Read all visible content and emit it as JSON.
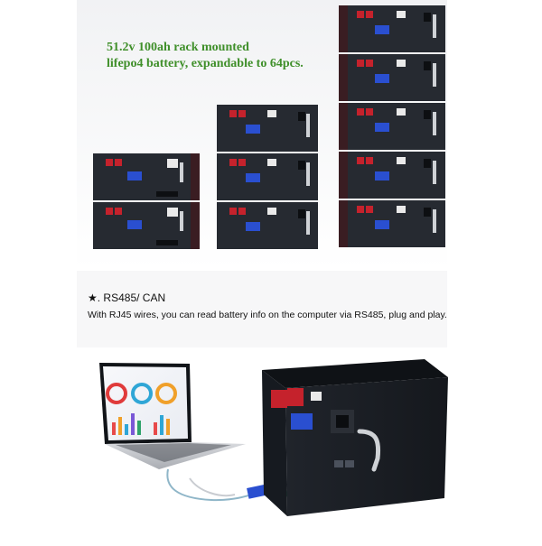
{
  "headline": {
    "line1": "51.2v 100ah rack mounted",
    "line2": "lifepo4 battery, expandable to 64pcs."
  },
  "feature": {
    "title": "★. RS485/ CAN",
    "description": "With RJ45 wires, you can read battery info on the computer via RS485, plug and play."
  },
  "stack": {
    "columns": [
      2,
      3,
      5
    ]
  },
  "colors": {
    "headline": "#3f8f2a",
    "module_body": "#1f232a",
    "terminal_red": "#c5222c",
    "display_blue": "#2a4fd0",
    "cable_green": "#2fa36a",
    "laptop_silver": "#c9ccd1"
  }
}
